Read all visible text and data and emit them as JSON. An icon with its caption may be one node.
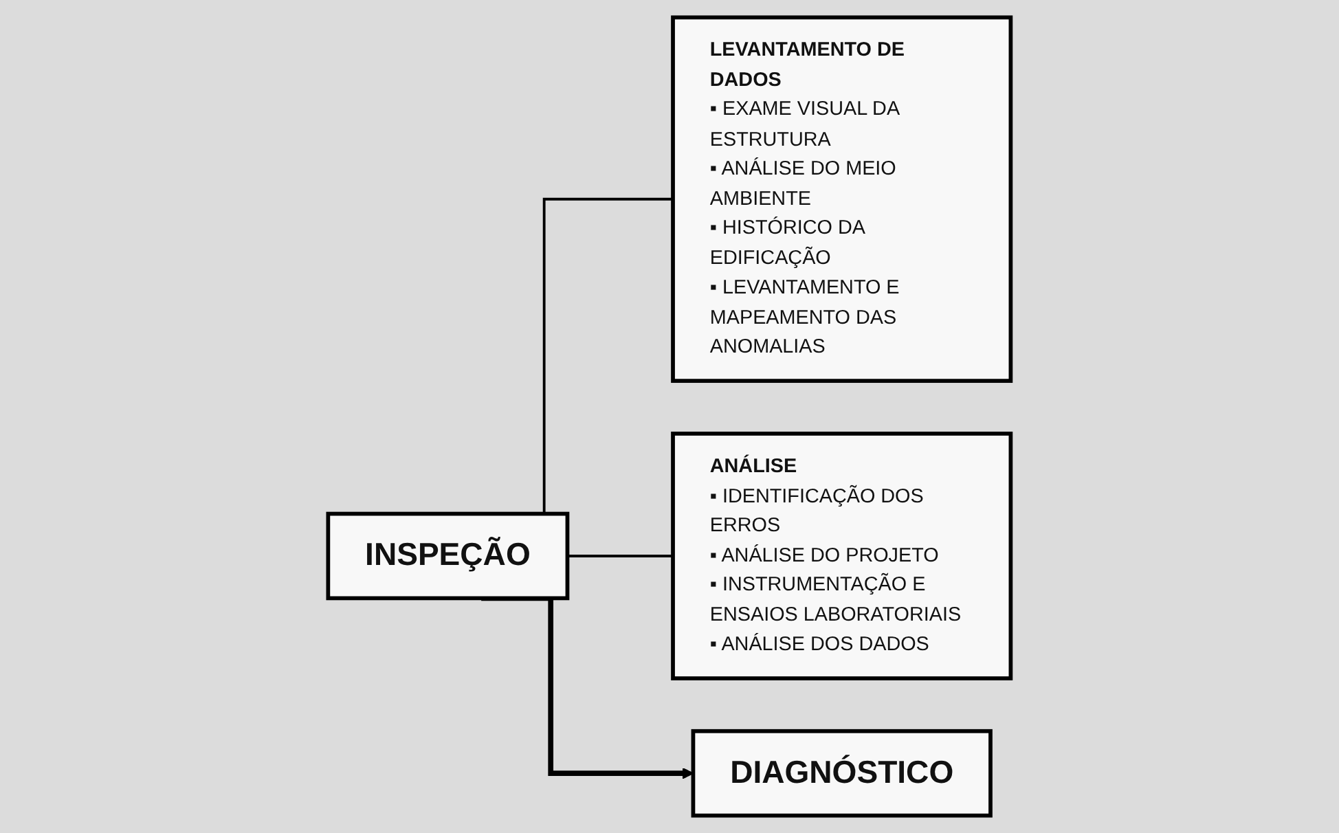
{
  "diagram": {
    "nodes": [
      {
        "text": [
          "INSPEÇÃO"
        ]
      },
      {
        "text": [
          "LEVANTAMENTO DE DADOS",
          "▪ EXAME VISUAL DA ESTRUTURA",
          "▪ ANÁLISE DO MEIO AMBIENTE",
          "▪ HISTÓRICO DA EDIFICAÇÃO",
          "▪ LEVANTAMENTO E MAPEAMENTO DAS ANOMALIAS"
        ]
      },
      {
        "text": [
          "ANÁLISE",
          "▪ IDENTIFICAÇÃO DOS ERROS",
          "▪ ANÁLISE DO PROJETO",
          "▪ INSTRUMENTAÇÃO E ENSAIOS LABORATORIAIS",
          "▪ ANÁLISE DOS DADOS"
        ]
      },
      {
        "text": [
          "DIAGNÓSTICO"
        ]
      }
    ],
    "edges": [
      {
        "from": 0,
        "to": 1,
        "arrow": "none"
      },
      {
        "from": 0,
        "to": 2,
        "arrow": "none"
      },
      {
        "from": 0,
        "to": 3,
        "arrow": "to",
        "style": "thick"
      }
    ]
  }
}
